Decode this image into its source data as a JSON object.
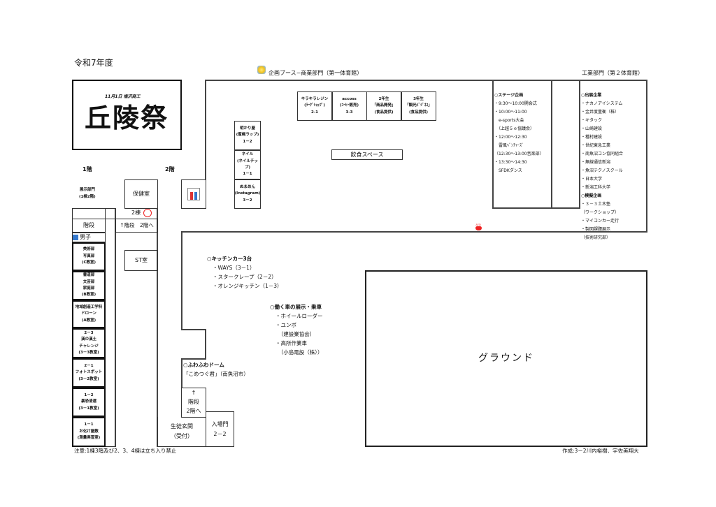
{
  "year": "令和7年度",
  "logo": {
    "subtitle": "11月1日 塩沢商工",
    "title": "丘陵祭"
  },
  "floor1": "1階",
  "floor2": "2階",
  "exhibit_dept": [
    "展示部門",
    "(1棟2階)"
  ],
  "health_room": "保健室",
  "bldg2": "2棟",
  "stairs_up": "↑階段　2階へ",
  "stairs": "階段",
  "boys": "男子",
  "st_room": "ST室",
  "left_rooms": [
    [
      "美術部",
      "写真部",
      "(C教室)"
    ],
    [
      "書道部",
      "文芸部",
      "家庭部",
      "(B教室)"
    ],
    [
      "地域創造工学科",
      "ドローン",
      "(A教室)"
    ],
    [
      "2－3",
      "漢の漢土",
      "チャレンジ",
      "(3－3教室)"
    ],
    [
      "2－1",
      "フォトスポット",
      "(3－2教室)"
    ],
    [
      "1－2",
      "暴恐清選",
      "(3－1教室)"
    ],
    [
      "1－1",
      "お化け屋敷",
      "(測量実習室)"
    ]
  ],
  "commerce_label": "企画ブース−商業部門（第一体育館）",
  "industry_label": "工業部門（第２体育館）",
  "booths": [
    [
      "キラキラレジン",
      "(ﾗｰｸﾞｼｮｯﾌﾟ)",
      "2-1"
    ],
    [
      "accoss",
      "(ｺｰﾋｰ販売)",
      "3-3"
    ],
    [
      "2年生",
      "「商品開発」",
      "(食品提供)"
    ],
    [
      "3年生",
      "「観光ﾋﾞｼﾞﾈｽ」",
      "(食品提供)"
    ]
  ],
  "stalls": [
    [
      "明かり屋",
      "(蜜蝋ラップ)",
      "1－2"
    ],
    [
      "ネイル",
      "(ネイルチップ)",
      "1－1"
    ],
    [
      "ぬまめん",
      "(Instagram)",
      "3－2"
    ]
  ],
  "dining": "飲食スペース",
  "stage": {
    "title": "○ステージ企画",
    "items": [
      "・9:30～10:00開会式",
      "・10:00～11:00",
      "　e-sports大会",
      "　（上越５ｅ協議会）",
      "・12:00～12:30",
      "　雷風ﾍﾞﾝﾁｬｰｽﾞ",
      "（12:30～13:00音楽部）",
      "・13:30～14:30",
      "　SFDKダンス"
    ]
  },
  "exhibitors": {
    "title": "○出展企業",
    "items": [
      "・ナカノアイシステム",
      "・金井度量衡（株）",
      "・キタック",
      "・山崎建設",
      "・種村建設",
      "・世紀東急工業",
      "・南魚沼コン協同組合",
      "・無線通信新潟",
      "・魚沼テクノスクール",
      "・日本大学",
      "・新潟工科大学"
    ]
  },
  "planning": {
    "title": "○模擬企画",
    "items": [
      "・３－３土木塾",
      "（ワークショップ）",
      "・マイコンカー走行",
      "・製図課題展示",
      "（技術研究部）"
    ]
  },
  "kitchen": {
    "title": "○キッチンカー3台",
    "items": [
      "・WAYS（3－1）",
      "・スタークレープ（2－2）",
      "・オレンジキッチン（1－3）"
    ]
  },
  "vehicles": {
    "title": "○働く車の展示・乗車",
    "items": [
      "・ホイールローダー",
      "・ユンボ",
      "　（建設業協会）",
      "・高所作業車",
      "　（小島電設（株））"
    ]
  },
  "dome": {
    "title": "○ふわふわドーム",
    "text": "「こめつぐ君」（南魚沼市）"
  },
  "stairs_box": [
    "↑",
    "階段",
    "2階へ"
  ],
  "entrance": [
    "生徒玄関",
    "（受付）"
  ],
  "gate": [
    "入場門",
    "2－2"
  ],
  "ground": "グラウンド",
  "note": "注意:1棟3階及び2、3、4棟は立ち入り禁止",
  "credit": "作成:3－2川内裕樹、宇佐美翔大",
  "aed": "AED"
}
